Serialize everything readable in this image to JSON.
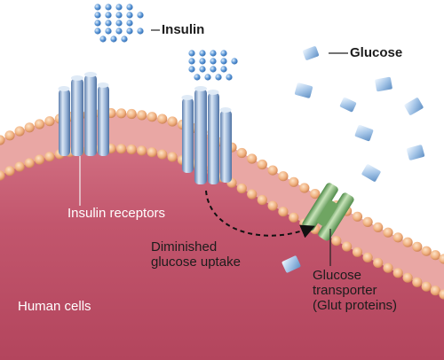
{
  "labels": {
    "insulin": "Insulin",
    "glucose": "Glucose",
    "insulin_receptors": "Insulin receptors",
    "diminished_uptake": [
      "Diminished",
      "glucose uptake"
    ],
    "glucose_transporter": [
      "Glucose",
      "transporter",
      "(Glut proteins)"
    ],
    "human_cells": "Human  cells"
  },
  "colors": {
    "cell_interior": "#c3576f",
    "membrane_band": "#e9a7a4",
    "lipid_head": "#f0b07f",
    "receptor": "#8aa6cd",
    "insulin_molecule": "#5b95d6",
    "glucose_cube": "#a9c7e8",
    "transporter": "#8fbf82"
  }
}
